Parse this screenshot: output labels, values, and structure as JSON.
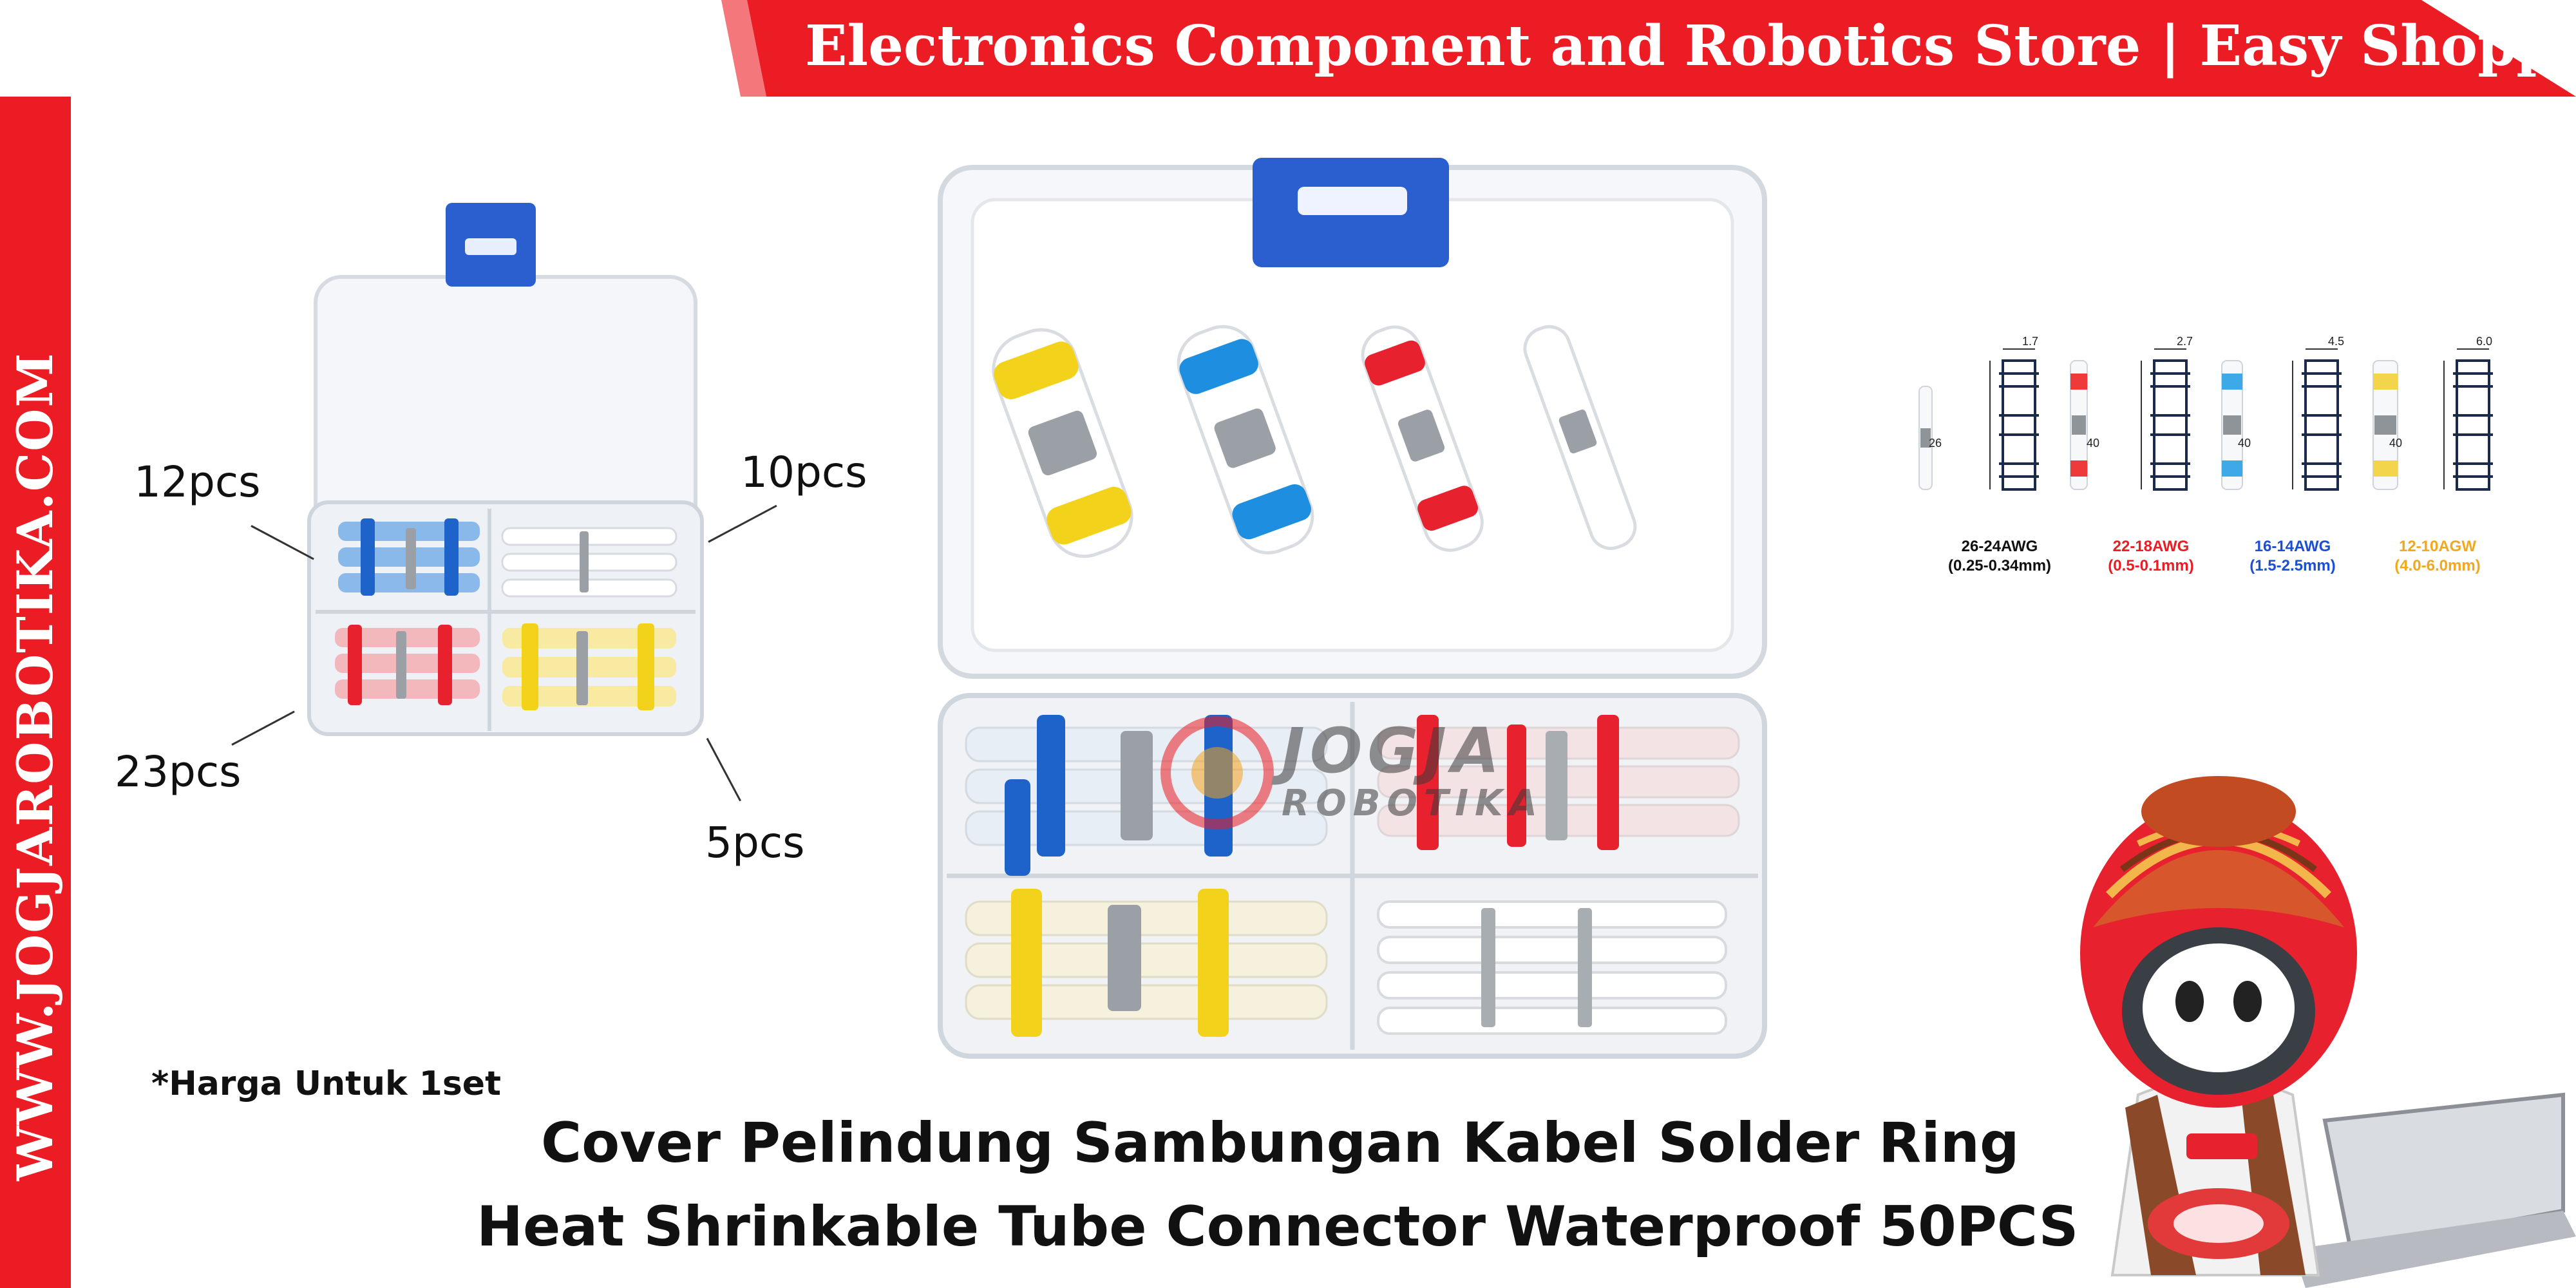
{
  "banner": {
    "text": "Electronics Component and Robotics Store | Easy Shopping",
    "color": "#ec1c24"
  },
  "sidebar": {
    "text": "WWW.JOGJAROBOTIKA.COM",
    "color": "#ec1c24"
  },
  "small_box": {
    "labels": {
      "top_left": "12pcs",
      "top_right": "10pcs",
      "bottom_left": "23pcs",
      "bottom_right": "5pcs"
    }
  },
  "spec": {
    "groups": [
      {
        "awg": "26-24AWG",
        "mm": "(0.25-0.34mm)",
        "width": "1.7",
        "length": "26",
        "color": "#111111",
        "band": "#dddddd"
      },
      {
        "awg": "22-18AWG",
        "mm": "(0.5-0.1mm)",
        "width": "2.7",
        "length": "40",
        "color": "#ec1c24",
        "band": "#ee3a3a"
      },
      {
        "awg": "16-14AWG",
        "mm": "(1.5-2.5mm)",
        "width": "4.5",
        "length": "40",
        "color": "#1a4fd6",
        "band": "#3da9e6"
      },
      {
        "awg": "12-10AGW",
        "mm": "(4.0-6.0mm)",
        "width": "6.0",
        "length": "40",
        "color": "#f2a81d",
        "band": "#f2d54a"
      }
    ]
  },
  "watermark": {
    "line1": "JOGJA",
    "line2": "ROBOTIKA"
  },
  "note": "*Harga Untuk 1set",
  "title": {
    "line1": "Cover Pelindung Sambungan Kabel Solder Ring",
    "line2": "Heat Shrinkable Tube Connector Waterproof 50PCS"
  },
  "colors": {
    "blue": "#1e63c9",
    "red": "#e8212e",
    "yellow": "#f3d21c",
    "clear": "#f2f4f6",
    "lid_blue": "#2b5fd0"
  }
}
